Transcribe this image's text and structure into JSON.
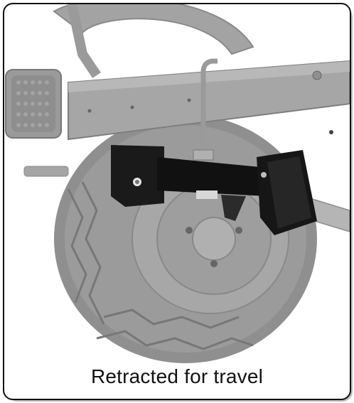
{
  "caption": "Retracted for travel",
  "colors": {
    "frame_border": "#111111",
    "background": "#ffffff",
    "greyed_parts": "#a9a9a9",
    "tire": "#7f7f7f",
    "bracket": "#141414"
  },
  "icons": [
    "trailer-frame",
    "tire",
    "taillight",
    "retracted-stand-bracket",
    "pin-handle"
  ]
}
